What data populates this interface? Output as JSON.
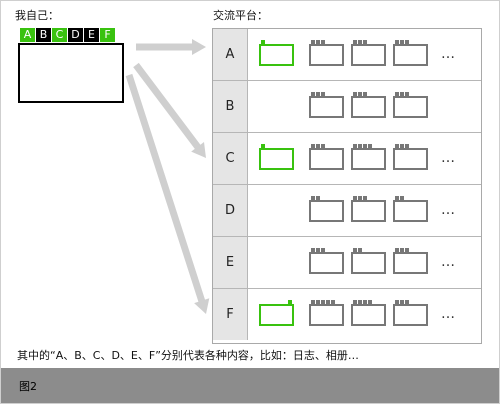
{
  "self_label": "我自己：",
  "platform_label": "交流平台：",
  "self_tabs": [
    {
      "letter": "A",
      "active": true
    },
    {
      "letter": "B",
      "active": false
    },
    {
      "letter": "C",
      "active": true
    },
    {
      "letter": "D",
      "active": false
    },
    {
      "letter": "E",
      "active": false
    },
    {
      "letter": "F",
      "active": true
    }
  ],
  "arrow_targets": [
    "A",
    "C",
    "F"
  ],
  "rows": [
    {
      "letter": "A",
      "highlighted": true,
      "highlight_mark": 1,
      "gray_marks": [
        3,
        3,
        3
      ],
      "ellipsis": "…"
    },
    {
      "letter": "B",
      "highlighted": false,
      "highlight_mark": 0,
      "gray_marks": [
        3,
        3,
        3
      ],
      "ellipsis": ""
    },
    {
      "letter": "C",
      "highlighted": true,
      "highlight_mark": 1,
      "gray_marks": [
        3,
        4,
        3
      ],
      "ellipsis": "…"
    },
    {
      "letter": "D",
      "highlighted": false,
      "highlight_mark": 0,
      "gray_marks": [
        2,
        3,
        2
      ],
      "ellipsis": "…"
    },
    {
      "letter": "E",
      "highlighted": false,
      "highlight_mark": 0,
      "gray_marks": [
        3,
        2,
        3
      ],
      "ellipsis": "…"
    },
    {
      "letter": "F",
      "highlighted": true,
      "highlight_mark": 1,
      "gray_marks": [
        5,
        4,
        3
      ],
      "ellipsis": "…"
    }
  ],
  "caption": "其中的“A、B、C、D、E、F”分别代表各种内容，比如：日志、相册…",
  "figure_label": "图2",
  "colors": {
    "highlight": "#39c20f",
    "gray": "#777777",
    "arrow": "#cfcfcf"
  }
}
